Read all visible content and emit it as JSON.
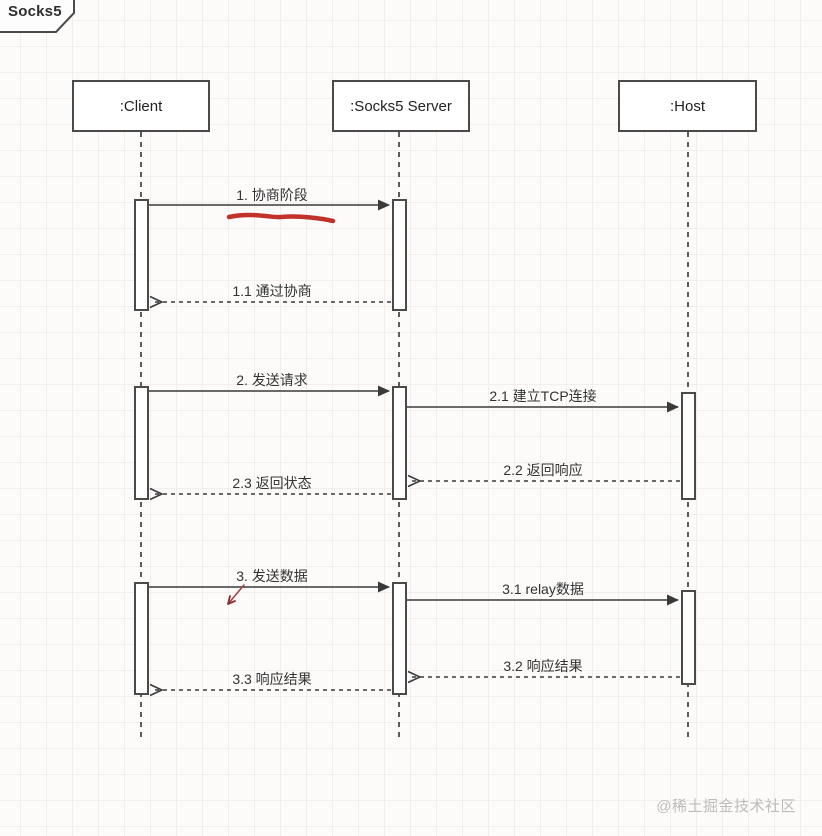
{
  "frame": {
    "title": "Socks5",
    "type": "uml-sequence-diagram"
  },
  "actors": [
    {
      "id": "client",
      "label": ":Client"
    },
    {
      "id": "server",
      "label": ":Socks5 Server"
    },
    {
      "id": "host",
      "label": ":Host"
    }
  ],
  "messages": [
    {
      "seq": "1",
      "label": "1. 协商阶段",
      "from": "client",
      "to": "server",
      "line": "solid",
      "arrow": "filled"
    },
    {
      "seq": "1.1",
      "label": "1.1 通过协商",
      "from": "server",
      "to": "client",
      "line": "dashed",
      "arrow": "open"
    },
    {
      "seq": "2",
      "label": "2. 发送请求",
      "from": "client",
      "to": "server",
      "line": "solid",
      "arrow": "filled"
    },
    {
      "seq": "2.1",
      "label": "2.1 建立TCP连接",
      "from": "server",
      "to": "host",
      "line": "solid",
      "arrow": "filled"
    },
    {
      "seq": "2.2",
      "label": "2.2 返回响应",
      "from": "host",
      "to": "server",
      "line": "dashed",
      "arrow": "open"
    },
    {
      "seq": "2.3",
      "label": "2.3 返回状态",
      "from": "server",
      "to": "client",
      "line": "dashed",
      "arrow": "open"
    },
    {
      "seq": "3",
      "label": "3. 发送数据",
      "from": "client",
      "to": "server",
      "line": "solid",
      "arrow": "filled"
    },
    {
      "seq": "3.1",
      "label": "3.1 relay数据",
      "from": "server",
      "to": "host",
      "line": "solid",
      "arrow": "filled"
    },
    {
      "seq": "3.2",
      "label": "3.2 响应结果",
      "from": "host",
      "to": "server",
      "line": "dashed",
      "arrow": "open"
    },
    {
      "seq": "3.3",
      "label": "3.3 响应结果",
      "from": "server",
      "to": "client",
      "line": "dashed",
      "arrow": "open"
    }
  ],
  "annotations": {
    "red_underline_under_message_1": {
      "color": "#c0322a"
    },
    "red_pen_arrow_under_message_3": {
      "color": "#a04040"
    }
  },
  "watermark": {
    "text": "@稀土掘金技术社区"
  },
  "colors": {
    "diagram_line": "#3a3a3a",
    "box_border": "#4a4a4a",
    "background": "#fcfbfa",
    "grid_line": "#f3edec",
    "watermark_gray": "#bcbcbc"
  }
}
